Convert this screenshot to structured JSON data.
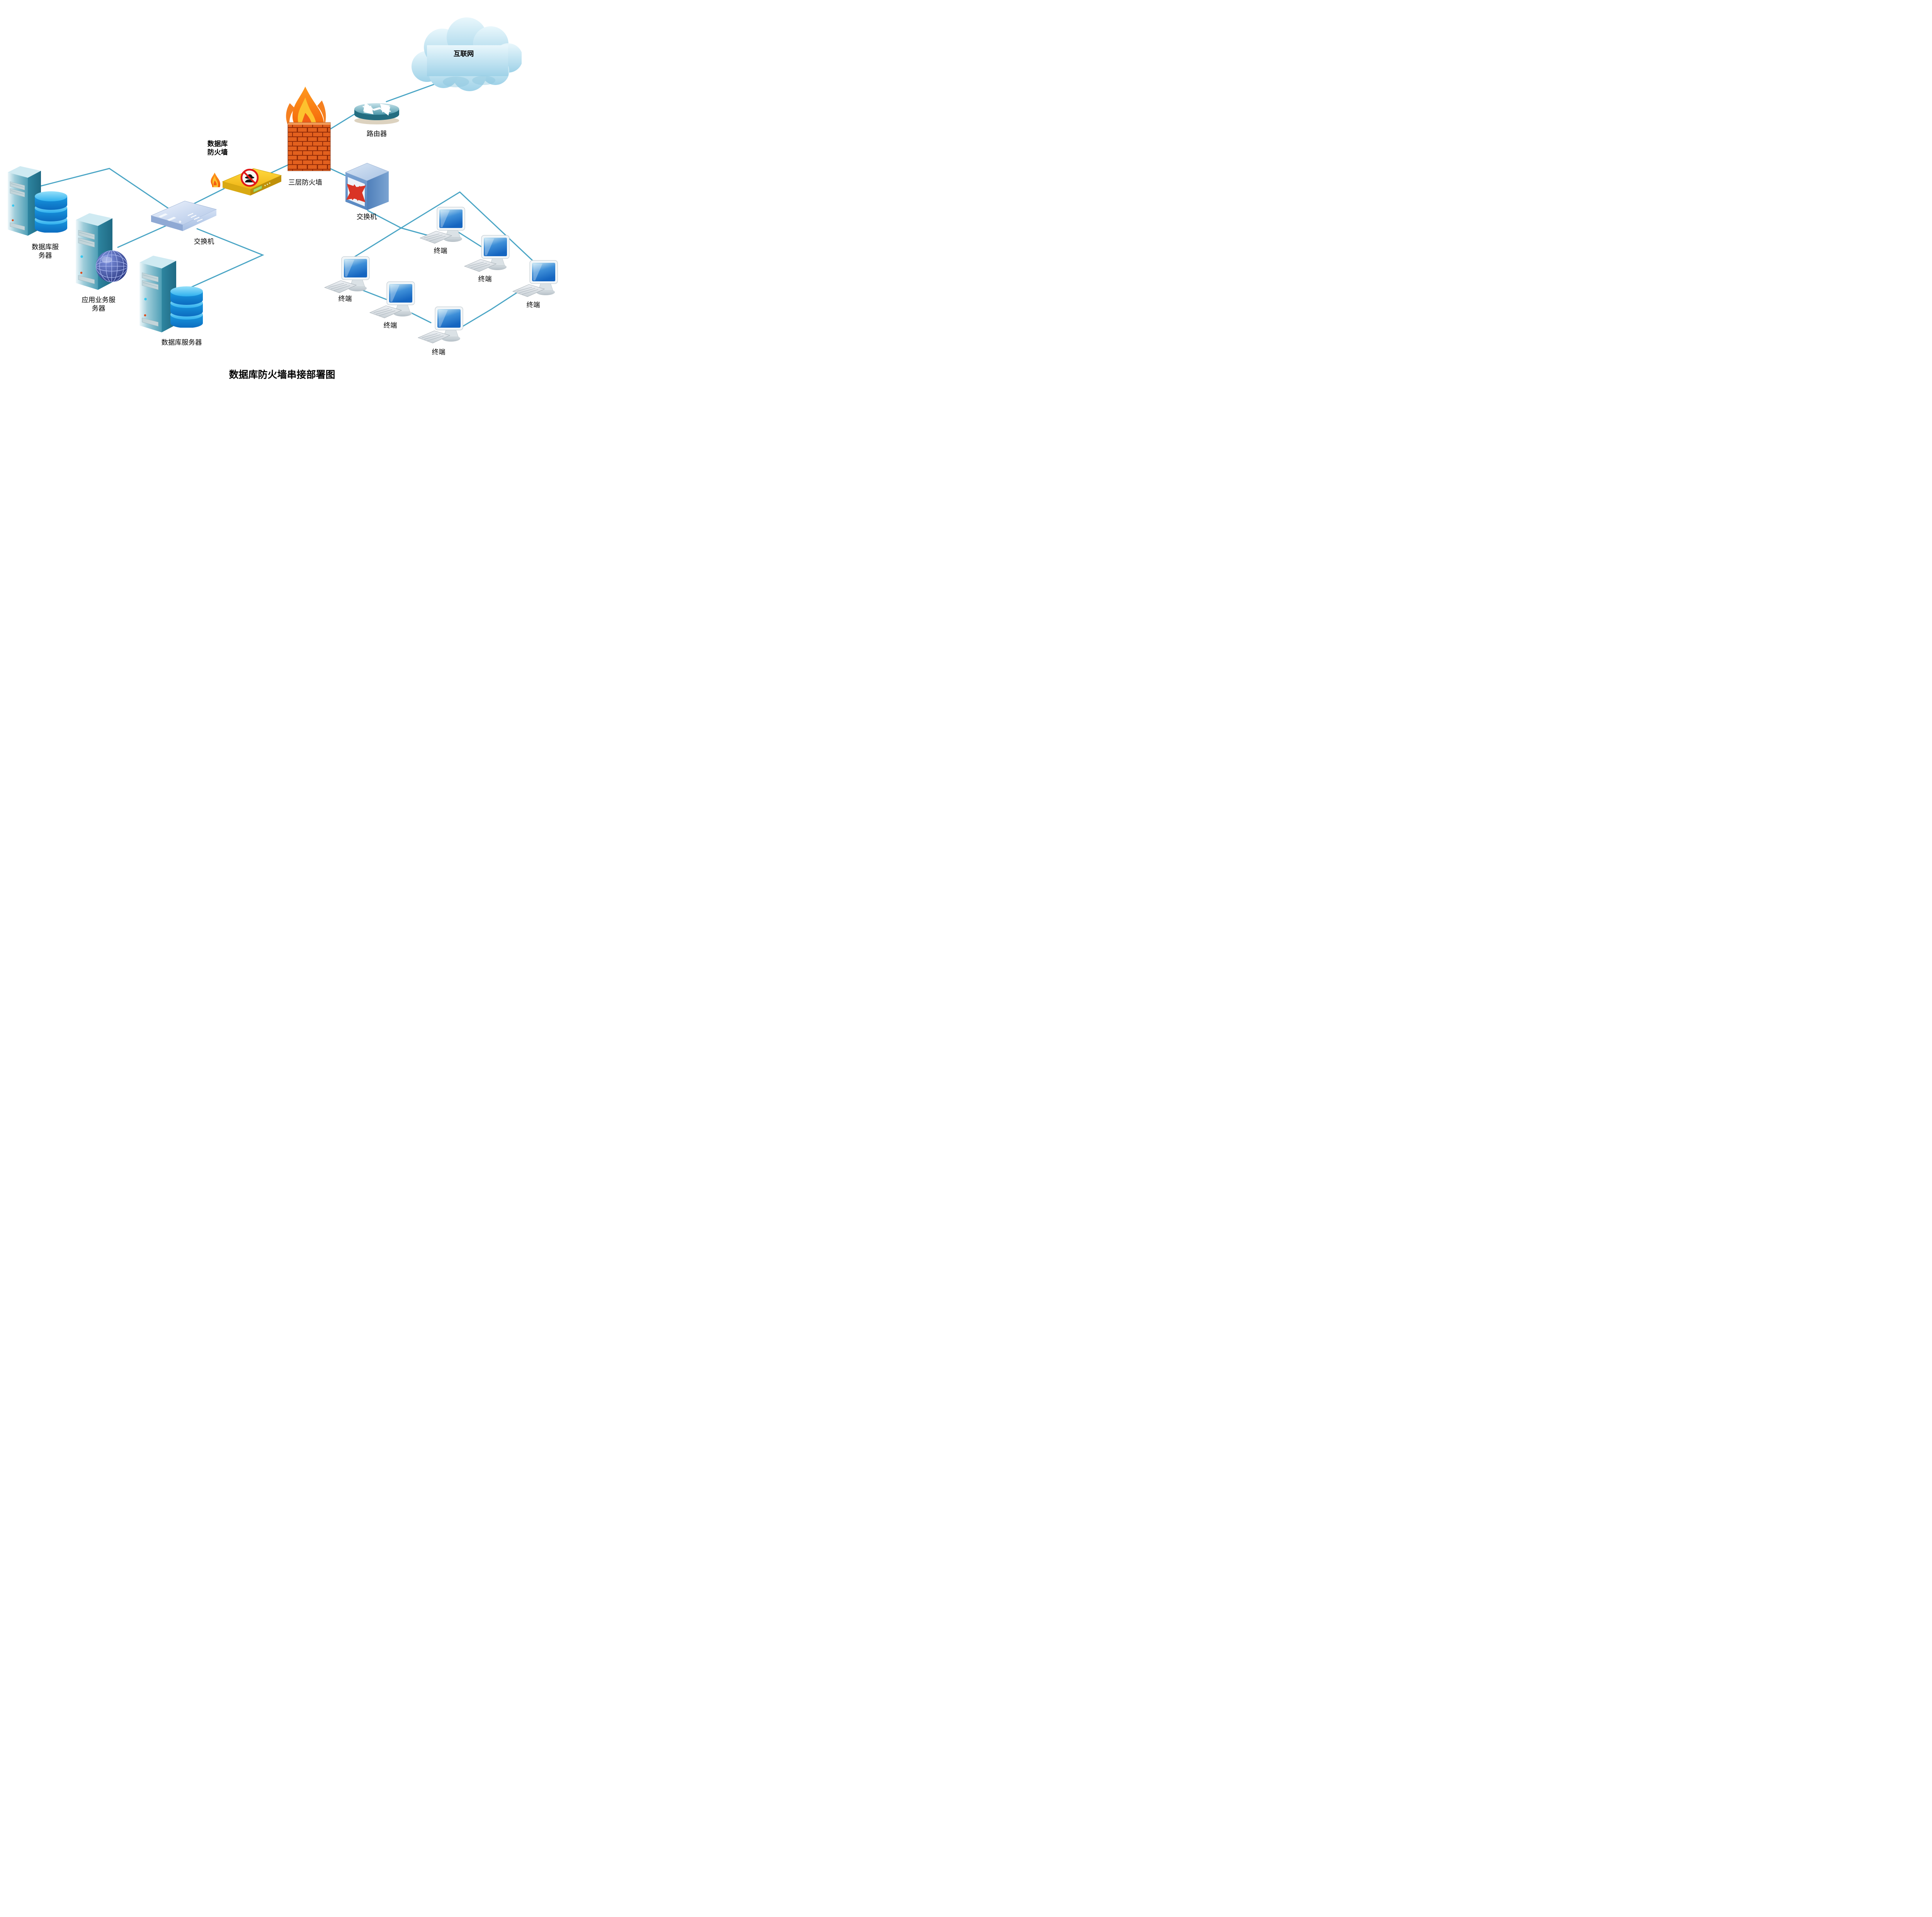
{
  "title": "数据库防火墙串接部署图",
  "colors": {
    "connector": "#4aa5c5"
  },
  "nodes": {
    "internet": {
      "label": "互联网"
    },
    "router": {
      "label": "路由器"
    },
    "layer3_firewall": {
      "label": "三层防火墙"
    },
    "database_firewall": {
      "label": "数据库\n防火墙"
    },
    "left_switch": {
      "label": "交换机"
    },
    "right_switch": {
      "label": "交换机"
    },
    "db_server_top": {
      "label": "数据库服\n务器"
    },
    "app_server": {
      "label": "应用业务服\n务器"
    },
    "db_server_bottom": {
      "label": "数据库服务器"
    },
    "terminals": [
      {
        "label": "终端"
      },
      {
        "label": "终端"
      },
      {
        "label": "终端"
      },
      {
        "label": "终端"
      },
      {
        "label": "终端"
      },
      {
        "label": "终端"
      }
    ]
  }
}
